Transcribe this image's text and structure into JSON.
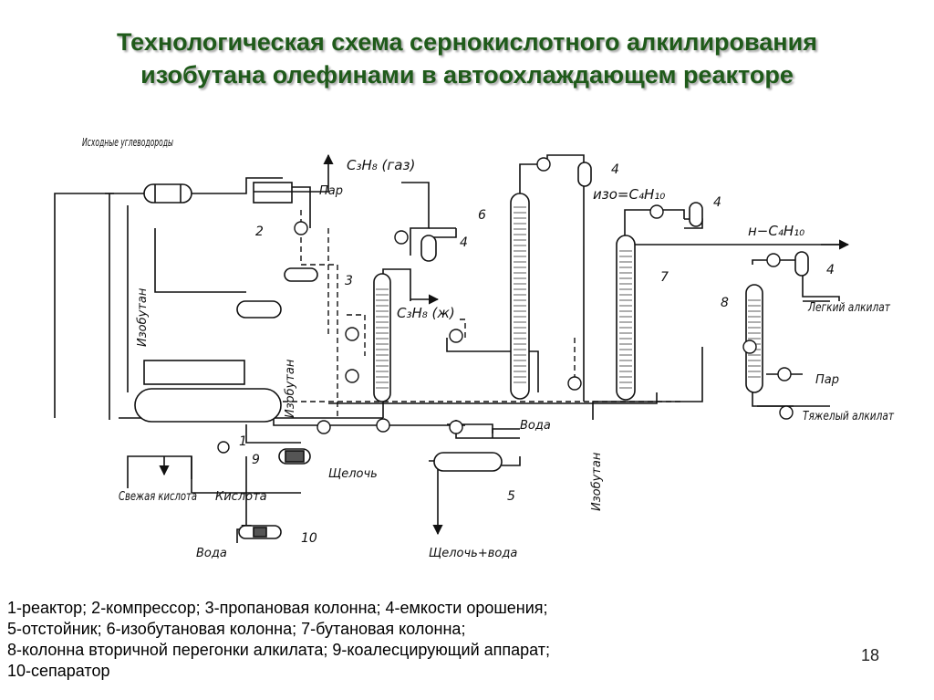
{
  "slide": {
    "title_line1": "Технологическая схема сернокислотного алкилирования",
    "title_line2": "изобутана олефинами в автоохлаждающем реакторе",
    "page_number": "18"
  },
  "scheme": {
    "labels": {
      "feed": "Исходные углеводороды",
      "propane_gas": "C₃H₈ (газ)",
      "propane_liquid": "C₃H₈ (ж)",
      "iso_butane": "изо=C₄H₁₀",
      "n_butane": "н−C₄H₁₀",
      "steam_top": "Пар",
      "steam_right": "Пар",
      "isobutane_left": "Изобутан",
      "isobutane_mid": "Изобутан",
      "isobutane_right": "Изобутан",
      "light_alkylate": "Легкий алкилат",
      "heavy_alkylate": "Тяжелый алкилат",
      "water_top": "Вода",
      "water_bottom": "Вода",
      "alkali": "Щелочь",
      "alkali_water": "Щелочь+вода",
      "fresh_acid": "Свежая кислота",
      "acid": "Кислота"
    },
    "numbers": [
      "1",
      "2",
      "3",
      "4",
      "4",
      "4",
      "4",
      "5",
      "6",
      "7",
      "8",
      "9",
      "10"
    ]
  },
  "legend": {
    "line1": "1-реактор; 2-компрессор; 3-пропановая колонна; 4-емкости орошения;",
    "line2": "5-отстойник; 6-изобутановая колонна; 7-бутановая колонна;",
    "line3": "8-колонна вторичной перегонки алкилата; 9-коалесцирующий аппарат;",
    "line4": "10-сепаратор"
  }
}
